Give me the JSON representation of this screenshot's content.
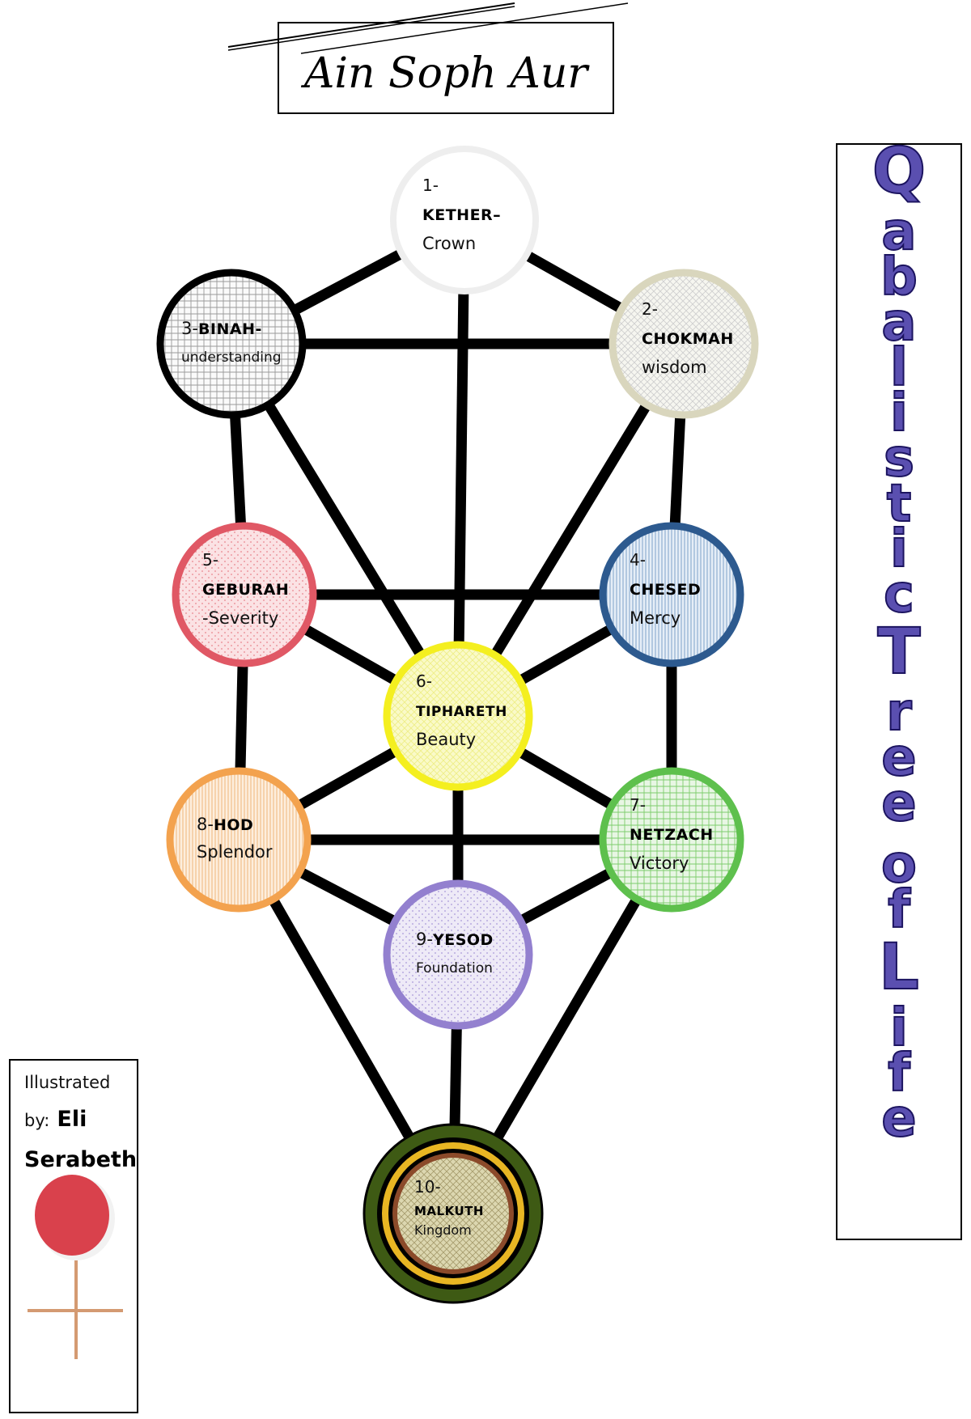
{
  "header": {
    "title": "Ain Soph Aur"
  },
  "side_title": {
    "letters": [
      "Q",
      "a",
      "b",
      "a",
      "l",
      "i",
      "s",
      "t",
      "i",
      "c",
      "T",
      "r",
      "e",
      "e",
      "o",
      "f",
      "L",
      "i",
      "f",
      "e"
    ]
  },
  "credits": {
    "line1": "Illustrated",
    "by": "by:",
    "first": "Eli",
    "last": "Serabeth"
  },
  "sephiroth": [
    {
      "id": "kether",
      "num": "1-",
      "name": "KETHER–",
      "meaning": "Crown",
      "stroke": "#eeeeee",
      "fill": "#ffffff",
      "fill2": "#ffffff"
    },
    {
      "id": "chokmah",
      "num": "2-",
      "name": "CHOKMAH",
      "meaning": "wisdom",
      "stroke": "#d9d6bd",
      "fill": "#f6f6f0",
      "fill2": "#cfcfcf"
    },
    {
      "id": "binah",
      "num": "3-",
      "name": "BINAH",
      "meaning": "understanding",
      "stroke": "#000000",
      "fill": "#fafafa",
      "fill2": "#9a9a9a"
    },
    {
      "id": "chesed",
      "num": "4-",
      "name": "CHESED",
      "meaning": "Mercy",
      "stroke": "#2d5a8f",
      "fill": "#e6eef7",
      "fill2": "#7fa3c9"
    },
    {
      "id": "geburah",
      "num": "5-",
      "name": "GEBURAH",
      "meaning": "-Severity",
      "stroke": "#e05865",
      "fill": "#fbe2e4",
      "fill2": "#e8848d"
    },
    {
      "id": "tiphareth",
      "num": "6-",
      "name": "TIPHARETH",
      "meaning": "Beauty",
      "stroke": "#f4ef1f",
      "fill": "#fafac8",
      "fill2": "#eeee88"
    },
    {
      "id": "netzach",
      "num": "7-",
      "name": "NETZACH",
      "meaning": "Victory",
      "stroke": "#5ec04d",
      "fill": "#e8f6e4",
      "fill2": "#7dcc6b"
    },
    {
      "id": "hod",
      "num": "8-",
      "name": "HOD",
      "meaning": "Splendor",
      "stroke": "#f3a24e",
      "fill": "#fdeedd",
      "fill2": "#f0b77a"
    },
    {
      "id": "yesod",
      "num": "9-",
      "name": "YESOD",
      "meaning": "Foundation",
      "stroke": "#9380cf",
      "fill": "#eeeaf7",
      "fill2": "#a898d8"
    },
    {
      "id": "malkuth",
      "num": "10-",
      "name": "MALKUTH",
      "meaning": "Kingdom",
      "stroke": "#3e5a14",
      "fill": "#dcd7b0",
      "fill2": "#a89d6e"
    }
  ],
  "paths": [
    [
      "kether",
      "chokmah"
    ],
    [
      "kether",
      "binah"
    ],
    [
      "kether",
      "tiphareth"
    ],
    [
      "chokmah",
      "binah"
    ],
    [
      "chokmah",
      "chesed"
    ],
    [
      "chokmah",
      "tiphareth"
    ],
    [
      "binah",
      "geburah"
    ],
    [
      "binah",
      "tiphareth"
    ],
    [
      "chesed",
      "geburah"
    ],
    [
      "chesed",
      "tiphareth"
    ],
    [
      "chesed",
      "netzach"
    ],
    [
      "geburah",
      "tiphareth"
    ],
    [
      "geburah",
      "hod"
    ],
    [
      "tiphareth",
      "netzach"
    ],
    [
      "tiphareth",
      "hod"
    ],
    [
      "tiphareth",
      "yesod"
    ],
    [
      "netzach",
      "hod"
    ],
    [
      "netzach",
      "yesod"
    ],
    [
      "netzach",
      "malkuth"
    ],
    [
      "hod",
      "yesod"
    ],
    [
      "hod",
      "malkuth"
    ],
    [
      "yesod",
      "malkuth"
    ]
  ],
  "colors": {
    "line": "#000000",
    "side_title_fill": "#5a4fb0",
    "malkuth_ring_outer": "#3e5a14",
    "malkuth_ring_gold": "#e8b623",
    "malkuth_ring_brown": "#8b4a2a",
    "venus_circle": "#d9414c",
    "venus_cross": "#d49a72"
  }
}
